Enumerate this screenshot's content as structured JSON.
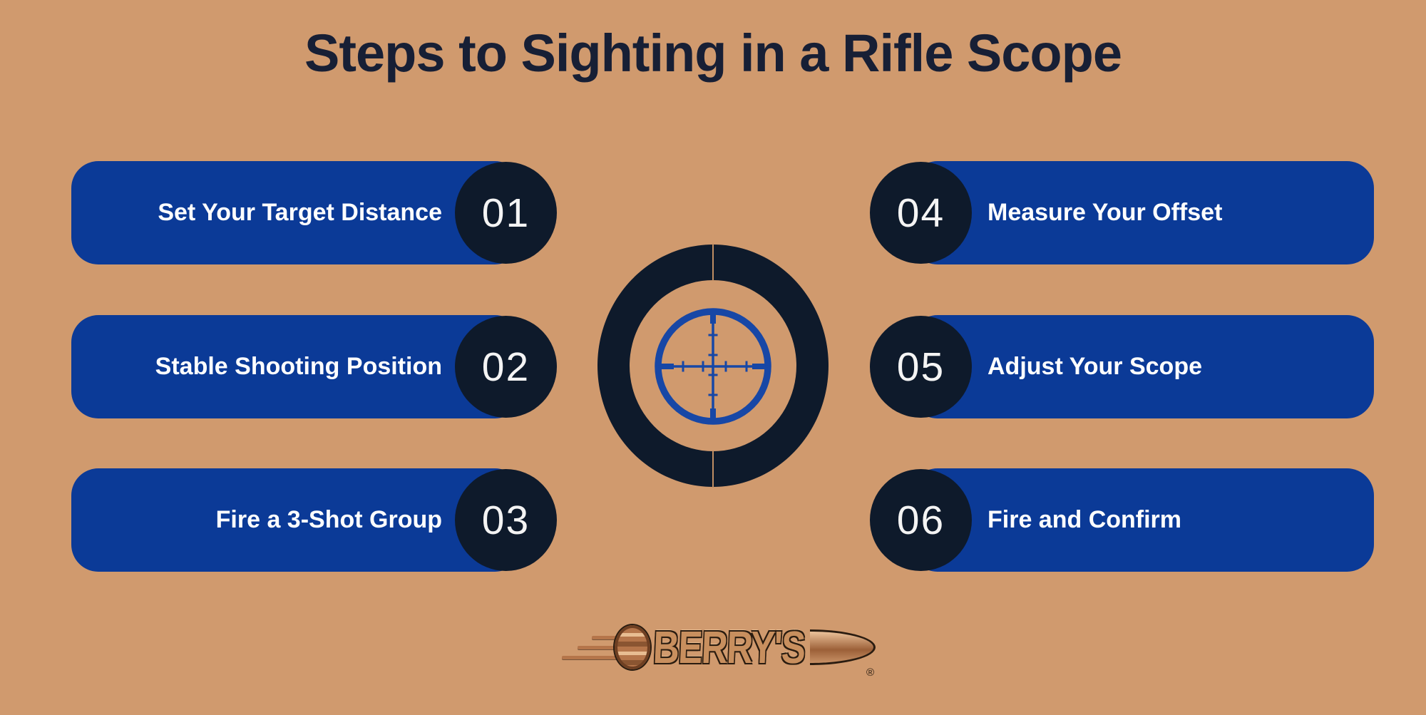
{
  "title": "Steps to Sighting in a Rifle Scope",
  "steps": [
    {
      "number": "01",
      "label": "Set Your Target Distance"
    },
    {
      "number": "02",
      "label": "Stable Shooting Position"
    },
    {
      "number": "03",
      "label": "Fire a 3-Shot Group"
    },
    {
      "number": "04",
      "label": "Measure Your Offset"
    },
    {
      "number": "05",
      "label": "Adjust Your Scope"
    },
    {
      "number": "06",
      "label": "Fire and Confirm"
    }
  ],
  "logo": {
    "brand": "BERRY'S",
    "registered": "®"
  },
  "colors": {
    "background": "#d09a6e",
    "pill_blue": "#0b3a97",
    "badge_navy": "#0e1a2b",
    "title_navy": "#171f35",
    "reticle_blue": "#1747a6",
    "seam_tan": "#c08e62",
    "text_white": "#ffffff",
    "number_white": "#f4f4f4",
    "copper": "#b5754a",
    "copper_light": "#e8bd92",
    "copper_dark": "#6e3f22",
    "outline_dark": "#2a1c10"
  }
}
